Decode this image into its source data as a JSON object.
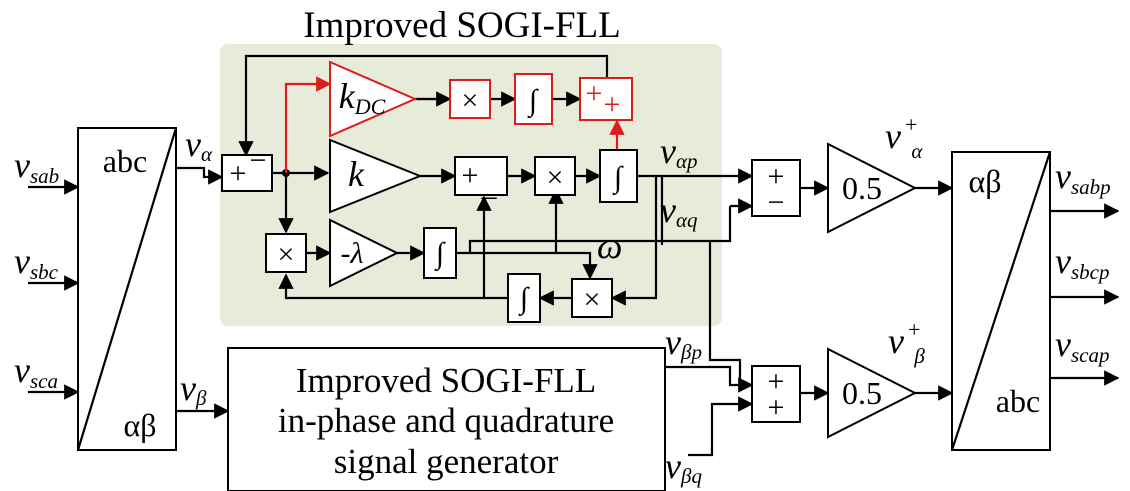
{
  "title": "Improved SOGI-FLL",
  "inputs": [
    {
      "base": "v",
      "sub": "sab"
    },
    {
      "base": "v",
      "sub": "sbc"
    },
    {
      "base": "v",
      "sub": "sca"
    }
  ],
  "outputs": [
    {
      "base": "v",
      "sub": "sabp"
    },
    {
      "base": "v",
      "sub": "sbcp"
    },
    {
      "base": "v",
      "sub": "scap"
    }
  ],
  "transform_left": {
    "top": "abc",
    "bottom": "αβ"
  },
  "transform_right": {
    "top": "αβ",
    "bottom": "abc"
  },
  "signals": {
    "v_alpha": {
      "base": "v",
      "sub": "α"
    },
    "v_beta": {
      "base": "v",
      "sub": "β"
    },
    "v_alpha_p": {
      "base": "v",
      "sub": "αp"
    },
    "v_alpha_q": {
      "base": "v",
      "sub": "αq"
    },
    "v_beta_p": {
      "base": "v",
      "sub": "βp"
    },
    "v_beta_q": {
      "base": "v",
      "sub": "βq"
    },
    "omega": "ω",
    "v_plus_alpha": {
      "base": "v",
      "sup": "+",
      "sub": "α"
    },
    "v_plus_beta": {
      "base": "v",
      "sup": "+",
      "sub": "β"
    }
  },
  "gains": {
    "k_dc": {
      "base": "k",
      "sub": "DC"
    },
    "k": "k",
    "lambda": "-λ",
    "half_top": "0.5",
    "half_bottom": "0.5"
  },
  "symbols": {
    "multiply": "×",
    "integral": "∫",
    "plus": "+",
    "minus": "−"
  },
  "generator_block": [
    "Improved SOGI-FLL",
    "in-phase and quadrature",
    "signal generator"
  ],
  "colors": {
    "panel": "#e6ecd9",
    "highlight": "#e01b1b",
    "line": "#000000"
  }
}
